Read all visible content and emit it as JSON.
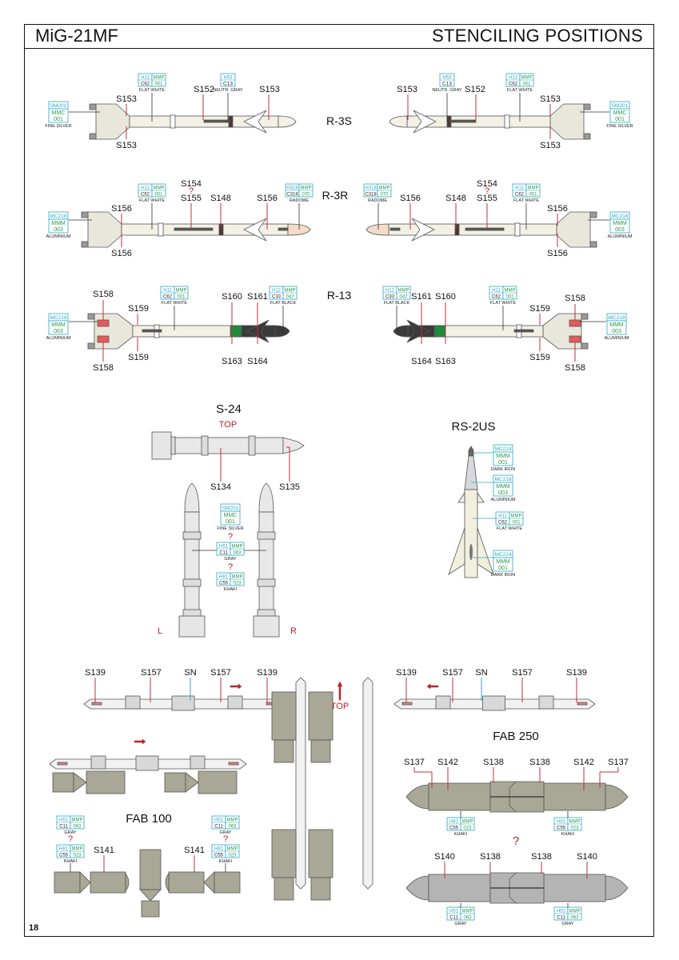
{
  "header": {
    "aircraft": "MiG-21MF",
    "title": "STENCILING POSITIONS"
  },
  "page_number": "18",
  "colors": {
    "line_red": "#c0303a",
    "paint_cyan": "#2aa8c8",
    "paint_green": "#2a9a4a",
    "body_white": "#f3f1e6",
    "body_gray": "#b9b9b9",
    "khaki": "#a9a795",
    "flat_black": "#3a3a3a",
    "green_band": "#1e8a3c"
  },
  "missiles": {
    "r3s": {
      "title": "R-3S",
      "left": {
        "labels": [
          "S153",
          "S152",
          "S153",
          "S153",
          "S153"
        ]
      },
      "right": {
        "labels": [
          "S153",
          "S152",
          "S153",
          "S153"
        ]
      },
      "paint_fine_silver": {
        "code1": "SM201",
        "code2": "MMC",
        "code3": "001",
        "name": "FINE SILVER"
      },
      "paint_flat_white": {
        "code1": "H11",
        "code2": "MMP",
        "code3": "C62",
        "code4": "001",
        "name": "FLAT WHITE"
      },
      "paint_neutral_gray": {
        "code1": "H53",
        "code2": "C13",
        "name": "NEUTR. GRAY"
      }
    },
    "r3r": {
      "title": "R-3R",
      "top_label": "S154",
      "question": "?",
      "labels": {
        "s155": "S155",
        "s148": "S148",
        "s156": "S156"
      },
      "paint_aluminium": {
        "code1": "MC218",
        "code2": "MMM",
        "code3": "003",
        "name": "ALUMINIUM"
      },
      "paint_flat_white": {
        "code1": "H11",
        "code2": "MMP",
        "code3": "C62",
        "code4": "001",
        "name": "FLAT WHITE"
      },
      "paint_radome": {
        "code1": "H318",
        "code2": "MMP",
        "code3": "C318",
        "code4": "070",
        "name": "RADOME"
      }
    },
    "r13": {
      "title": "R-13",
      "labels": {
        "s158": "S158",
        "s159": "S159",
        "s160": "S160",
        "s161": "S161",
        "s163": "S163",
        "s164": "S164"
      },
      "paint_aluminium": {
        "code1": "MC218",
        "code2": "MMM",
        "code3": "003",
        "name": "ALUMINIUM"
      },
      "paint_flat_white": {
        "code1": "H11",
        "code2": "MMP",
        "code3": "C62",
        "code4": "001",
        "name": "FLAT WHITE"
      },
      "paint_flat_black": {
        "code1": "H12",
        "code2": "MMP",
        "code3": "C33",
        "code4": "047",
        "name": "FLAT BLACK"
      }
    }
  },
  "s24": {
    "title": "S-24",
    "top": "TOP",
    "labels": {
      "s134": "S134",
      "s135": "S135"
    },
    "left": "L",
    "right": "R",
    "question": "?",
    "paint_fine_silver": {
      "code1": "SM201",
      "code2": "MMC",
      "code3": "001",
      "name": "FINE SILVER"
    },
    "paint_gray": {
      "code1": "H51",
      "code2": "MMP",
      "code3": "C11",
      "code4": "063",
      "name": "GRAY"
    },
    "paint_khaki": {
      "code1": "H81",
      "code2": "MMP",
      "code3": "C55",
      "code4": "023",
      "name": "KHAKI"
    }
  },
  "rs2us": {
    "title": "RS-2US",
    "paint_dark_iron": {
      "code1": "MC214",
      "code2": "MMM",
      "code3": "001",
      "name": "DARK IRON"
    },
    "paint_aluminium": {
      "code1": "MC218",
      "code2": "MMM",
      "code3": "003",
      "name": "ALUMINIUM"
    },
    "paint_flat_white": {
      "code1": "H11",
      "code2": "MMP",
      "code3": "C62",
      "code4": "001",
      "name": "FLAT WHITE"
    }
  },
  "pylons": {
    "labels": {
      "s139": "S139",
      "s157": "S157",
      "sn": "SN"
    },
    "top": "TOP"
  },
  "fab100": {
    "title": "FAB 100",
    "label": "S141",
    "question": "?",
    "paint_gray": {
      "code1": "H51",
      "code2": "MMP",
      "code3": "C11",
      "code4": "063",
      "name": "GRAY"
    },
    "paint_khaki": {
      "code1": "H81",
      "code2": "MMP",
      "code3": "C55",
      "code4": "023",
      "name": "KHAKI"
    }
  },
  "fab250": {
    "title": "FAB 250",
    "labels": {
      "s137": "S137",
      "s142": "S142",
      "s138": "S138",
      "s140": "S140"
    },
    "question": "?",
    "paint_khaki": {
      "code1": "H81",
      "code2": "MMP",
      "code3": "C55",
      "code4": "023",
      "name": "KHAKI"
    },
    "paint_gray": {
      "code1": "H51",
      "code2": "MMP",
      "code3": "C11",
      "code4": "063",
      "name": "GRAY"
    }
  }
}
